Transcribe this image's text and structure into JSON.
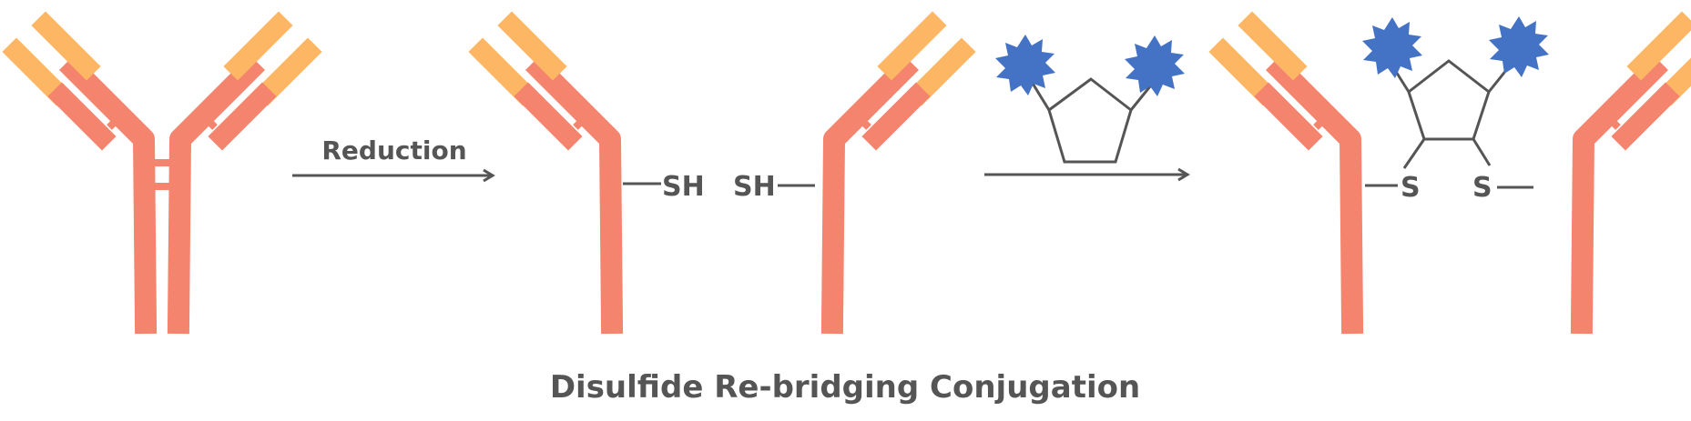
{
  "title": "Disulfide Re-bridging Conjugation",
  "steps": {
    "reduction_label": "Reduction"
  },
  "labels": {
    "thiol_left": "SH",
    "thiol_right": "SH",
    "sulfur_left": "S",
    "sulfur_right": "S"
  },
  "colors": {
    "heavy_chain": "#F4846D",
    "light_chain": "#FDB664",
    "payload": "#4472C4",
    "linker": "#555555",
    "text": "#555555"
  }
}
